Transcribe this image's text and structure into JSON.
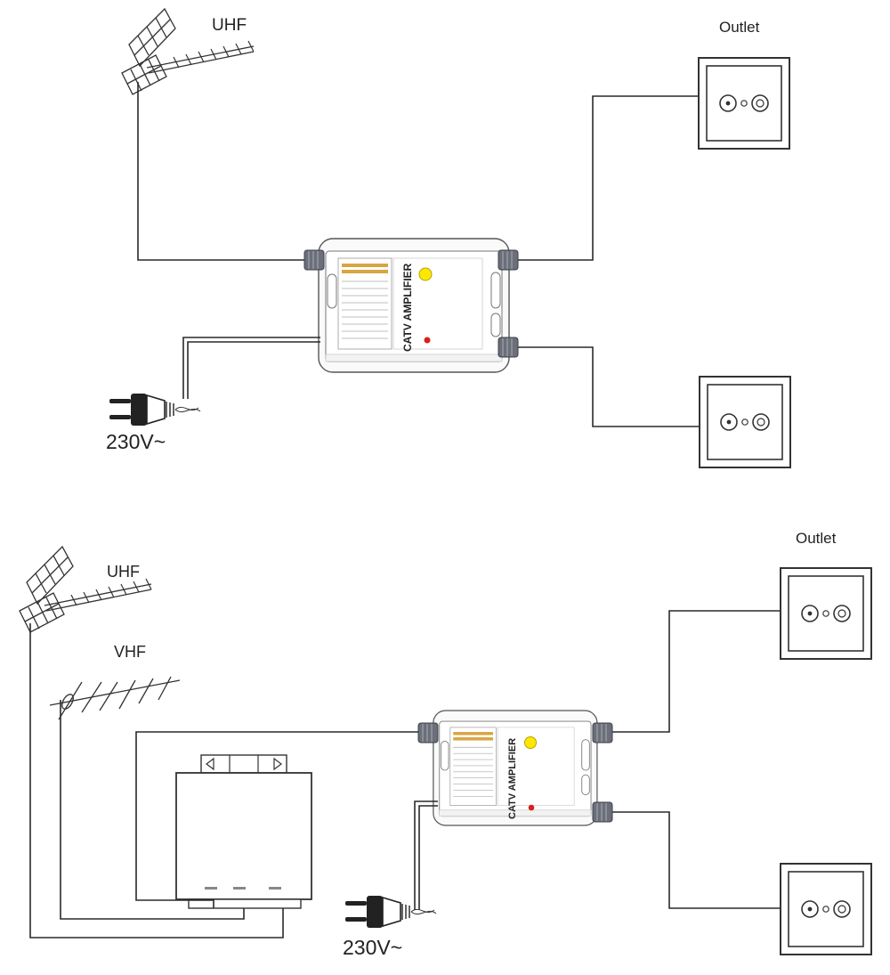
{
  "diagram1": {
    "antenna_label": "UHF",
    "outlet_label": "Outlet",
    "amplifier_label": "CATV AMPLIFIER",
    "power_label": "230V~"
  },
  "diagram2": {
    "uhf_label": "UHF",
    "vhf_label": "VHF",
    "outlet_label": "Outlet",
    "amplifier_label": "CATV AMPLIFIER",
    "power_label": "230V~"
  },
  "colors": {
    "wire": "#2a2a2a",
    "connector": "#6b6f7a",
    "amp_stripe": "#d9a441",
    "led_yellow": "#ffe800",
    "led_red": "#d8201c"
  }
}
